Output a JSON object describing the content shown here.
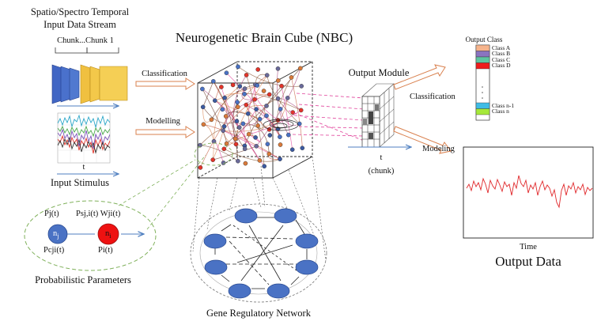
{
  "input_stream": {
    "title_line1": "Spatio/Spectro Temporal",
    "title_line2": "Input Data Stream",
    "chunks_label": "Chunk...Chunk 1"
  },
  "input_stimulus": {
    "t_label": "t",
    "label": "Input Stimulus"
  },
  "probabilistic": {
    "pj": "Pj(t)",
    "psj": "Psj,i(t) Wji(t)",
    "nj": "n",
    "nj_sub": "j",
    "ni": "n",
    "ni_sub": "i",
    "pcji": "Pcji(t)",
    "pi": "Pi(t)",
    "label": "Probabilistic Parameters"
  },
  "nbc": {
    "title": "Neurogenetic Brain Cube (NBC)",
    "classification": "Classification",
    "modelling": "Modelling"
  },
  "gene_network": {
    "label": "Gene Regulatory Network"
  },
  "output_module": {
    "title": "Output Module",
    "t_label": "t",
    "chunk_label": "(chunk)",
    "classification": "Classification",
    "modeling": "Modeling"
  },
  "output_class": {
    "title": "Output Class",
    "classes": [
      {
        "name": "Class A",
        "color": "#f6b48c"
      },
      {
        "name": "Class B",
        "color": "#8a74c0"
      },
      {
        "name": "Class C",
        "color": "#5ec5a0"
      },
      {
        "name": "Class D",
        "color": "#ee1c1c"
      },
      {
        "name": "Class n-1",
        "color": "#3fbbe5"
      },
      {
        "name": "Class n",
        "color": "#a6e83a"
      }
    ]
  },
  "output_data": {
    "time_label": "Time",
    "label": "Output Data"
  },
  "colors": {
    "accent_arrow": "#d9804e",
    "blue_arrow": "#4f7fc0",
    "neuron_blue": "#4a72c4",
    "neuron_red": "#ee1111",
    "dash_pink": "#e0409a",
    "dash_green": "#7fb05a"
  }
}
